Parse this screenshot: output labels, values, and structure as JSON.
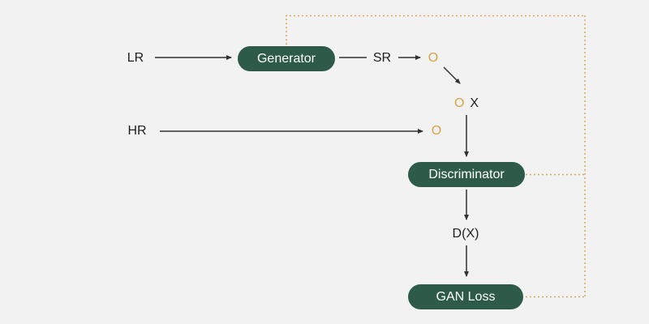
{
  "title": "GAN training flow diagram",
  "colors": {
    "background": "#f1f2f1",
    "box_green": "#2e5b49",
    "box_text": "#ffffff",
    "line": "#333333",
    "dotted_orange": "#dca14b",
    "label_text": "#1f1f1f",
    "node_orange": "#d9a345"
  },
  "nodes": {
    "lr_label": "LR",
    "generator_label": "Generator",
    "sr_label": "SR",
    "sr_node": "O",
    "combined_node_o": "O",
    "combined_node_x": "X",
    "hr_label": "HR",
    "hr_node": "O",
    "discriminator_label": "Discriminator",
    "dx_label": "D(X)",
    "gan_loss_label": "GAN Loss"
  },
  "edges": {
    "solid": [
      "LR -> Generator",
      "Generator - SR",
      "SR -> O",
      "O -> O X",
      "HR -> O",
      "O X -> Discriminator",
      "Discriminator -> D(X)",
      "D(X) -> GAN Loss"
    ],
    "dotted_feedback": [
      "GAN Loss .. Generator",
      "Discriminator .. Generator"
    ]
  }
}
